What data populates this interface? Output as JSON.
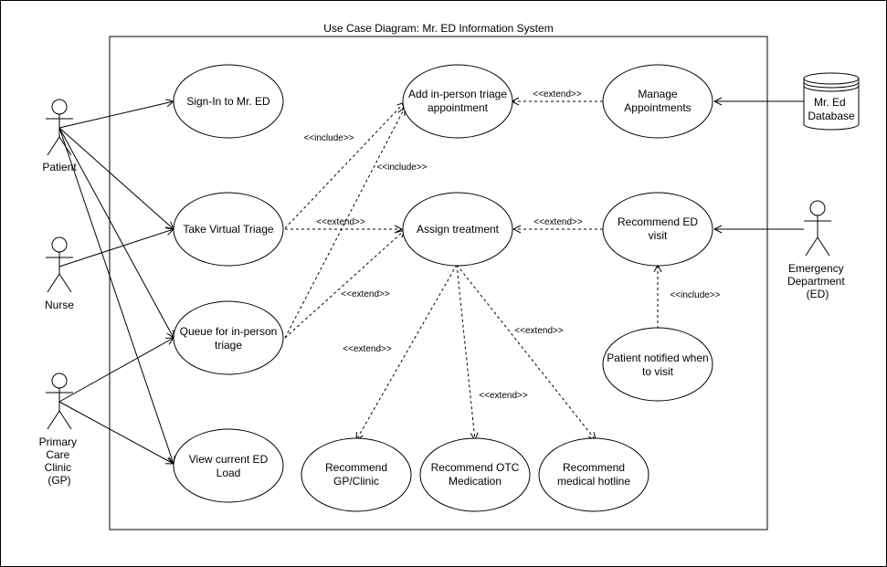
{
  "diagram": {
    "title": "Use Case Diagram: Mr. ED Information System",
    "actors": {
      "patient": "Patient",
      "nurse": "Nurse",
      "gp": [
        "Primary",
        "Care",
        "Clinic",
        "(GP)"
      ],
      "ed": [
        "Emergency",
        "Department",
        "(ED)"
      ],
      "database": [
        "Mr. Ed",
        "Database"
      ]
    },
    "use_cases": {
      "sign_in": [
        "Sign-In to Mr. ED"
      ],
      "virtual_triage": [
        "Take Virtual Triage"
      ],
      "queue": [
        "Queue for in-person",
        "triage"
      ],
      "view_load": [
        "View current ED",
        "Load"
      ],
      "add_appt": [
        "Add in-person triage",
        "appointment"
      ],
      "assign_treatment": [
        "Assign treatment"
      ],
      "manage_appt": [
        "Manage",
        "Appointments"
      ],
      "recommend_ed": [
        "Recommend ED",
        "visit"
      ],
      "notified": [
        "Patient notified when",
        "to visit"
      ],
      "recommend_gp": [
        "Recommend",
        "GP/Clinic"
      ],
      "recommend_otc": [
        "Recommend OTC",
        "Medication"
      ],
      "recommend_hotline": [
        "Recommend",
        "medical hotline"
      ]
    },
    "stereotypes": {
      "include": "<<include>>",
      "extend": "<<extend>>"
    }
  }
}
